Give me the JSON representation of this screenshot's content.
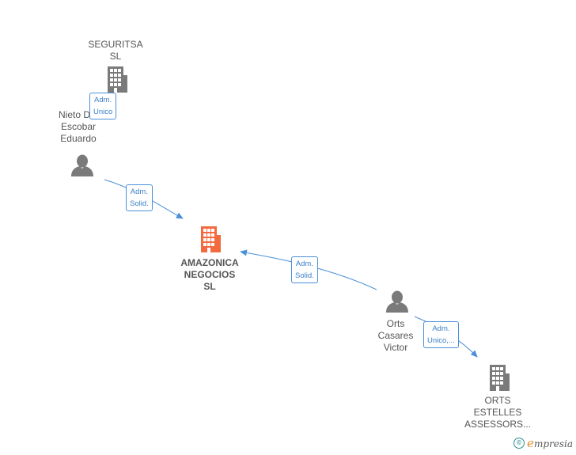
{
  "nodes": {
    "seguritsa": {
      "lines": [
        "SEGURITSA",
        "SL"
      ]
    },
    "nieto": {
      "lines": [
        "Nieto D...",
        "Escobar",
        "Eduardo"
      ]
    },
    "amazonica": {
      "lines": [
        "AMAZONICA",
        "NEGOCIOS",
        "SL"
      ]
    },
    "orts_casares": {
      "lines": [
        "Orts",
        "Casares",
        "Victor"
      ]
    },
    "orts_estelles": {
      "lines": [
        "ORTS",
        "ESTELLES",
        "ASSESSORS..."
      ]
    }
  },
  "edges": {
    "nieto_to_seguritsa": {
      "lines": [
        "Adm.",
        "Unico"
      ]
    },
    "nieto_to_amazonica": {
      "lines": [
        "Adm.",
        "Solid."
      ]
    },
    "orts_to_amazonica": {
      "lines": [
        "Adm.",
        "Solid."
      ]
    },
    "orts_to_assessors": {
      "lines": [
        "Adm.",
        "Unico,..."
      ]
    }
  },
  "brand": {
    "copyright": "©",
    "e": "e",
    "rest": "mpresia"
  },
  "colors": {
    "main_node": "#f26a3d",
    "company": "#7a7a7a",
    "person": "#7a7a7a",
    "edge": "#4a90d9"
  }
}
